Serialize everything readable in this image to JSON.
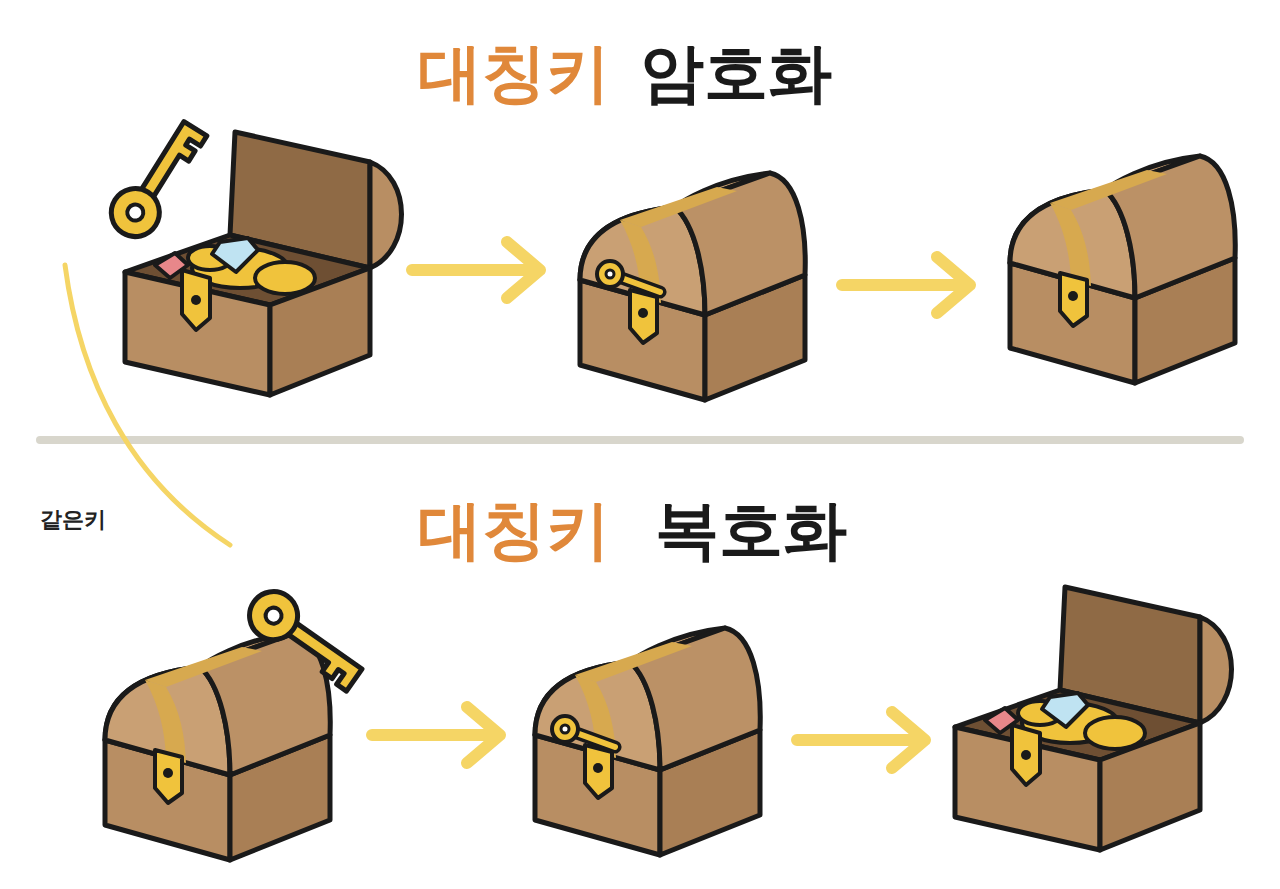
{
  "diagram": {
    "labels": [
      "대칭키",
      "암호화",
      "대칭키",
      "복호화",
      "같은키"
    ]
  }
}
